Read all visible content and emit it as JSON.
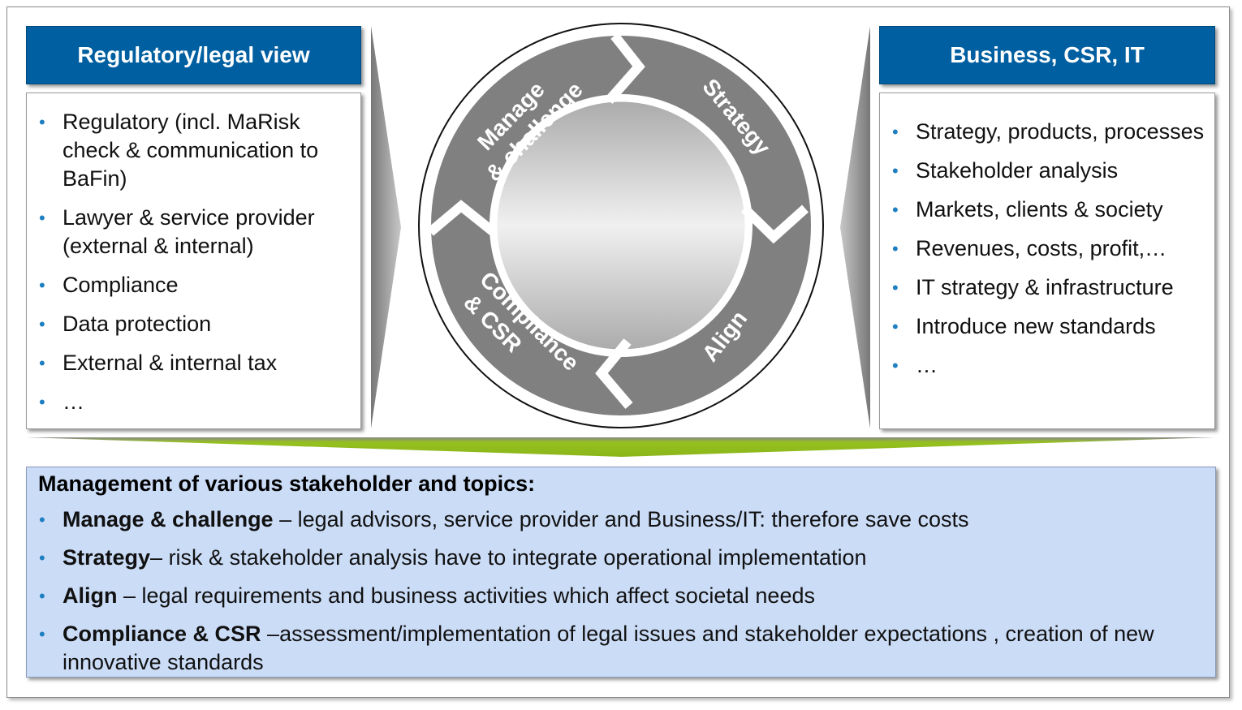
{
  "left_panel": {
    "title": "Regulatory/legal view",
    "items": [
      "Regulatory (incl. MaRisk check & communication to BaFin)",
      "Lawyer & service provider (external & internal)",
      "Compliance",
      "Data protection",
      "External & internal tax",
      "…"
    ]
  },
  "right_panel": {
    "title": "Business, CSR, IT",
    "items": [
      "Strategy, products, processes",
      "Stakeholder analysis",
      "Markets, clients & society",
      "Revenues, costs, profit,…",
      "IT strategy & infrastructure",
      "Introduce new standards",
      "…"
    ]
  },
  "cycle": {
    "segments": [
      "Manage & challenge",
      "Strategy",
      "Align",
      "Compliance & CSR"
    ],
    "ring_color": "#808080"
  },
  "bottom_panel": {
    "title": "Management of various stakeholder and topics:",
    "items": [
      {
        "term": "Manage & challenge",
        "text": " – legal advisors, service provider and Business/IT: therefore save costs"
      },
      {
        "term": "Strategy",
        "text": "– risk & stakeholder analysis have to integrate operational implementation"
      },
      {
        "term": "Align",
        "text": " – legal requirements and business activities which affect societal needs"
      },
      {
        "term": "Compliance & CSR",
        "text": " –assessment/implementation of legal issues and stakeholder expectations , creation of new innovative standards"
      }
    ]
  },
  "colors": {
    "header_blue": "#005fa0",
    "green_arrow": "#95c11f",
    "bottom_bg": "#cbdcf7"
  }
}
